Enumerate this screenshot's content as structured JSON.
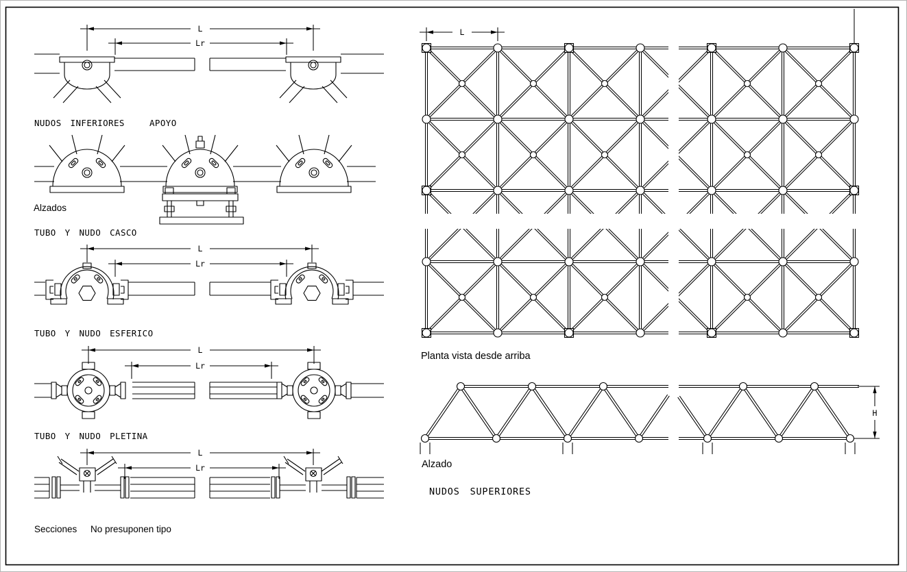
{
  "drawing": {
    "dims": {
      "L": "L",
      "Lr": "Lr",
      "H": "H"
    },
    "labels": {
      "nudos_inferiores": "NUDOS INFERIORES",
      "apoyo": "APOYO",
      "alzados": "Alzados",
      "tubo_y_nudo_casco": "TUBO Y NUDO CASCO",
      "tubo_y_nudo_esferico": "TUBO Y NUDO ESFERICO",
      "tubo_y_nudo_pletina": "TUBO Y NUDO PLETINA",
      "secciones": "Secciones",
      "no_presuponen_tipo": "No presuponen tipo",
      "planta": "Planta vista desde arriba",
      "alzado": "Alzado",
      "nudos_superiores": "NUDOS SUPERIORES"
    },
    "colors": {
      "line": "#000000",
      "background": "#ffffff",
      "page_border": "#b4b4b4"
    }
  }
}
